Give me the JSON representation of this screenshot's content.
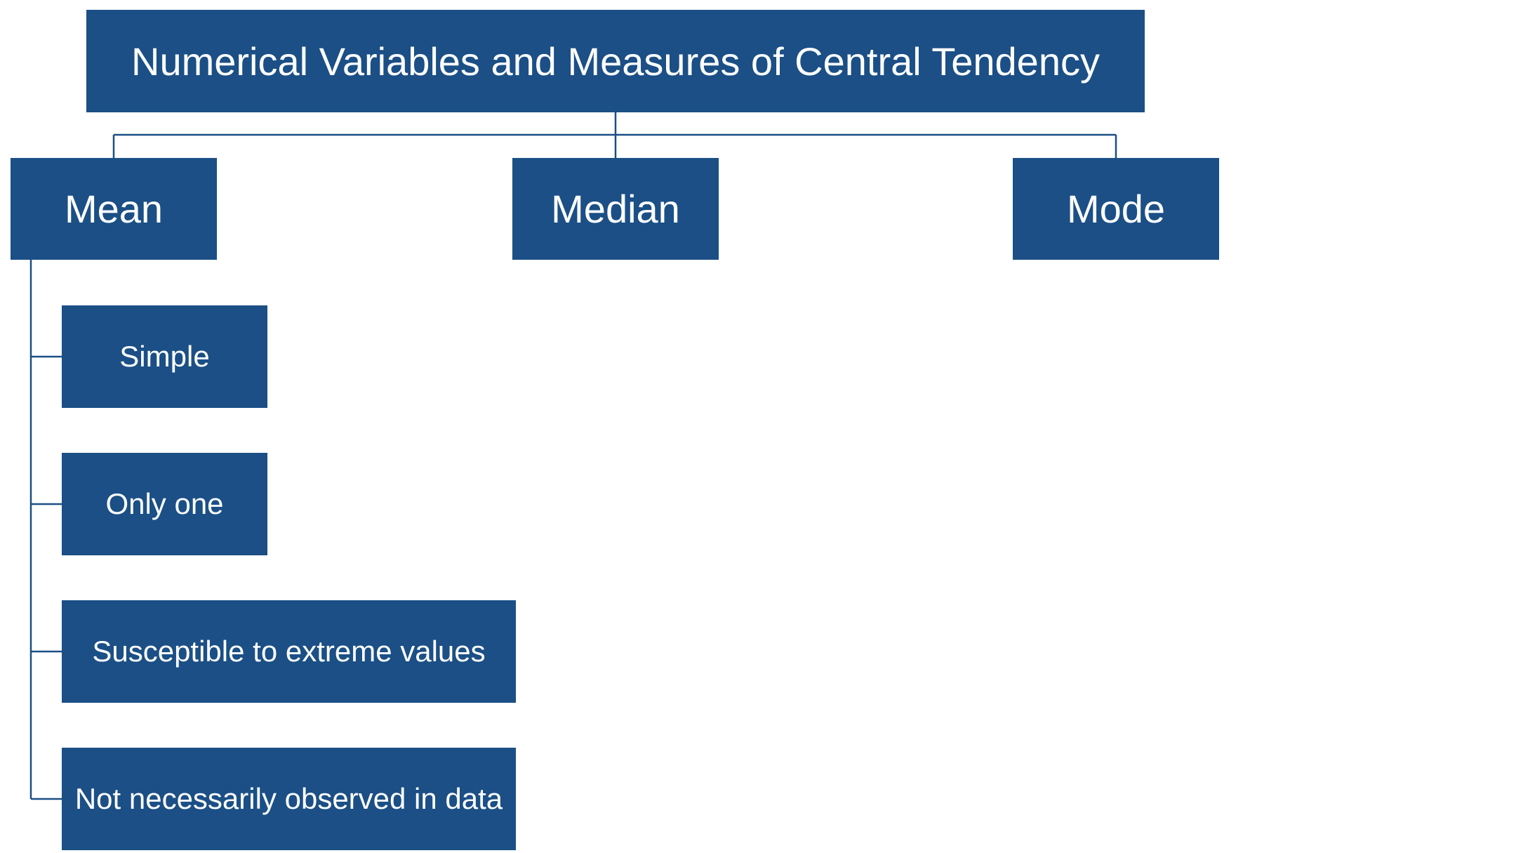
{
  "diagram": {
    "root": {
      "label": "Numerical Variables and Measures of Central Tendency"
    },
    "children": [
      {
        "label": "Mean"
      },
      {
        "label": "Median"
      },
      {
        "label": "Mode"
      }
    ],
    "mean_properties": [
      {
        "label": "Simple"
      },
      {
        "label": "Only one"
      },
      {
        "label": "Susceptible to extreme values"
      },
      {
        "label": "Not necessarily observed in data"
      }
    ]
  },
  "colors": {
    "box_fill": "#1b4f86",
    "box_text": "#ffffff",
    "connector": "#1b4f86",
    "background": "#ffffff"
  }
}
